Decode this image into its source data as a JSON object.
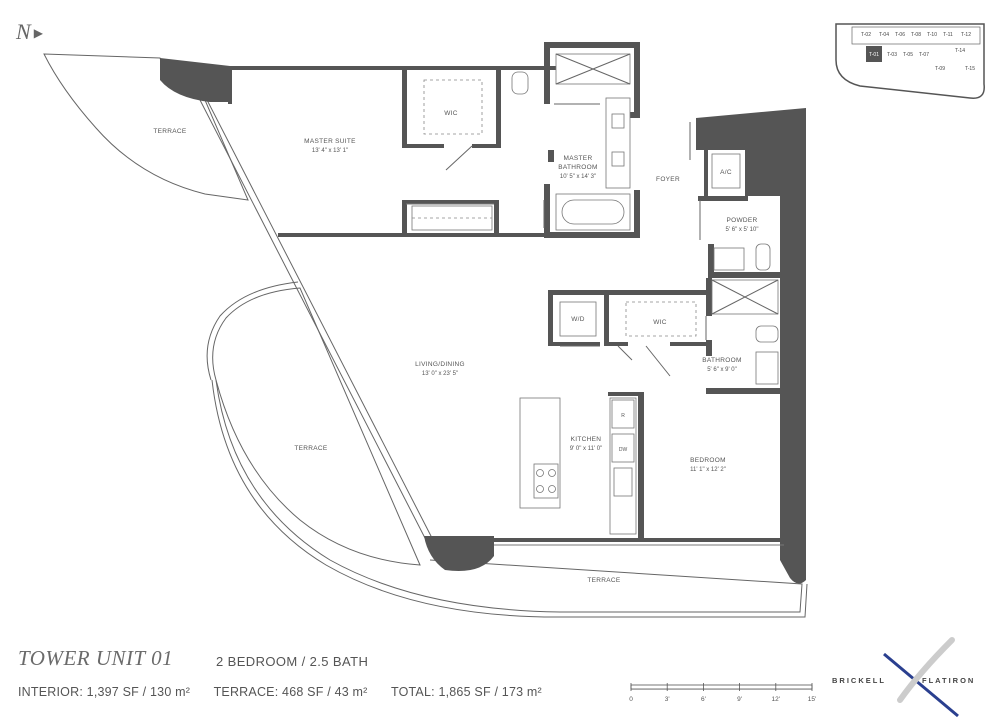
{
  "north_label": "N",
  "key_plan": {
    "units": [
      "T-02",
      "T-04",
      "T-06",
      "T-08",
      "T-10",
      "T-11",
      "T-12",
      "T-01",
      "T-03",
      "T-05",
      "T-07",
      "T-09",
      "T-14",
      "T-15"
    ]
  },
  "rooms": {
    "terrace_nw": {
      "name": "TERRACE"
    },
    "master_suite": {
      "name": "MASTER SUITE",
      "dim": "13' 4\" x 13' 1\""
    },
    "wic_master": {
      "name": "WIC"
    },
    "master_bath": {
      "name": "MASTER",
      "name2": "BATHROOM",
      "dim": "10' 5\" x 14' 3\""
    },
    "foyer": {
      "name": "FOYER"
    },
    "ac": {
      "name": "A/C"
    },
    "powder": {
      "name": "POWDER",
      "dim": "5' 6\" x 5' 10\""
    },
    "wd": {
      "name": "W/D"
    },
    "wic_bed": {
      "name": "WIC"
    },
    "bathroom": {
      "name": "BATHROOM",
      "dim": "5' 6\" x 9' 0\""
    },
    "living": {
      "name": "LIVING/DINING",
      "dim": "13' 0\" x 23' 5\""
    },
    "terrace_w": {
      "name": "TERRACE"
    },
    "kitchen": {
      "name": "KITCHEN",
      "dim": "9' 0\" x 11' 0\""
    },
    "fridge": {
      "name": "R"
    },
    "dishwasher": {
      "name": "DW"
    },
    "bedroom": {
      "name": "BEDROOM",
      "dim": "11' 1\" x 12' 2\""
    },
    "terrace_s": {
      "name": "TERRACE"
    }
  },
  "footer": {
    "title": "TOWER UNIT 01",
    "subtitle": "2 BEDROOM / 2.5 BATH",
    "interior": "INTERIOR: 1,397 SF / 130 m²",
    "terrace": "TERRACE:  468 SF / 43 m²",
    "total": "TOTAL: 1,865 SF / 173 m²"
  },
  "scale_bar": {
    "ticks": [
      "0",
      "3'",
      "6'",
      "9'",
      "12'",
      "15'"
    ]
  },
  "brand": {
    "left": "BRICKELL",
    "right": "FLATIRON",
    "accent_color": "#2a3f8f"
  }
}
